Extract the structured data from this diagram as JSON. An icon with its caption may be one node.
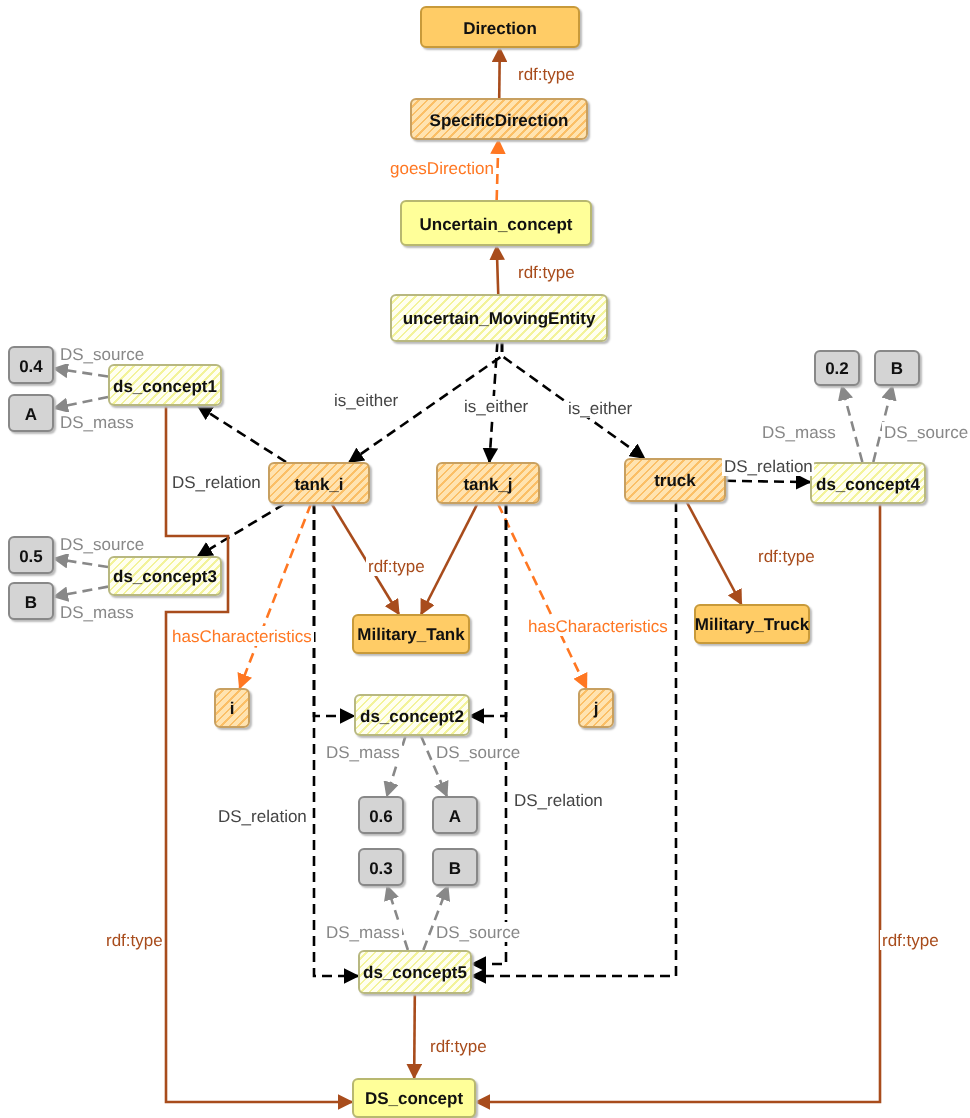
{
  "diagram": {
    "nodes": [
      {
        "text": [
          "Direction"
        ]
      },
      {
        "text": [
          "SpecificDirection"
        ]
      },
      {
        "text": [
          "Uncertain_concept"
        ]
      },
      {
        "text": [
          "uncertain_MovingEntity"
        ]
      },
      {
        "text": [
          "0.4"
        ]
      },
      {
        "text": [
          "ds_concept1"
        ]
      },
      {
        "text": [
          "A"
        ]
      },
      {
        "text": [
          "tank_i"
        ]
      },
      {
        "text": [
          "tank_j"
        ]
      },
      {
        "text": [
          "truck"
        ]
      },
      {
        "text": [
          "0.2"
        ]
      },
      {
        "text": [
          "B"
        ]
      },
      {
        "text": [
          "ds_concept4"
        ]
      },
      {
        "text": [
          "0.5"
        ]
      },
      {
        "text": [
          "ds_concept3"
        ]
      },
      {
        "text": [
          "B"
        ]
      },
      {
        "text": [
          "Military_Tank"
        ]
      },
      {
        "text": [
          "Military_Truck"
        ]
      },
      {
        "text": [
          "i"
        ]
      },
      {
        "text": [
          "ds_concept2"
        ]
      },
      {
        "text": [
          "j"
        ]
      },
      {
        "text": [
          "0.6"
        ]
      },
      {
        "text": [
          "A"
        ]
      },
      {
        "text": [
          "0.3"
        ]
      },
      {
        "text": [
          "B"
        ]
      },
      {
        "text": [
          "ds_concept5"
        ]
      },
      {
        "text": [
          "DS_concept"
        ]
      }
    ],
    "edges": [
      {
        "from": 1,
        "to": 0,
        "arrow": "to",
        "label": "rdf:type",
        "color": "#a84c1c"
      },
      {
        "from": 2,
        "to": 1,
        "arrow": "to",
        "label": "goesDirection",
        "style": "dashed",
        "color": "#ff7722"
      },
      {
        "from": 3,
        "to": 2,
        "arrow": "to",
        "label": "rdf:type",
        "color": "#a84c1c"
      },
      {
        "from": 3,
        "to": 7,
        "arrow": "to",
        "label": "is_either",
        "style": "dashed"
      },
      {
        "from": 3,
        "to": 8,
        "arrow": "to",
        "label": "is_either",
        "style": "dashed"
      },
      {
        "from": 3,
        "to": 9,
        "arrow": "to",
        "label": "is_either",
        "style": "dashed"
      },
      {
        "from": 5,
        "to": 4,
        "arrow": "to",
        "label": "DS_source",
        "style": "dashed",
        "color": "#888888"
      },
      {
        "from": 5,
        "to": 6,
        "arrow": "to",
        "label": "DS_mass",
        "style": "dashed",
        "color": "#888888"
      },
      {
        "from": 7,
        "to": 5,
        "arrow": "to",
        "label": "DS_relation",
        "style": "dashed"
      },
      {
        "from": 7,
        "to": 14,
        "arrow": "to",
        "style": "dashed"
      },
      {
        "from": 14,
        "to": 13,
        "arrow": "to",
        "label": "DS_source",
        "style": "dashed",
        "color": "#888888"
      },
      {
        "from": 14,
        "to": 15,
        "arrow": "to",
        "label": "DS_mass",
        "style": "dashed",
        "color": "#888888"
      },
      {
        "from": 7,
        "to": 16,
        "arrow": "to",
        "label": "rdf:type",
        "color": "#a84c1c"
      },
      {
        "from": 8,
        "to": 16,
        "arrow": "to",
        "color": "#a84c1c"
      },
      {
        "from": 9,
        "to": 12,
        "arrow": "to",
        "label": "DS_relation",
        "style": "dashed"
      },
      {
        "from": 12,
        "to": 10,
        "arrow": "to",
        "label": "DS_mass",
        "style": "dashed",
        "color": "#888888"
      },
      {
        "from": 12,
        "to": 11,
        "arrow": "to",
        "label": "DS_source",
        "style": "dashed",
        "color": "#888888"
      },
      {
        "from": 9,
        "to": 17,
        "arrow": "to",
        "label": "rdf:type",
        "color": "#a84c1c"
      },
      {
        "from": 7,
        "to": 18,
        "arrow": "to",
        "label": "hasCharacteristics",
        "style": "dashed",
        "color": "#ff7722"
      },
      {
        "from": 8,
        "to": 20,
        "arrow": "to",
        "label": "hasCharacteristics",
        "style": "dashed",
        "color": "#ff7722"
      },
      {
        "from": 7,
        "to": 19,
        "arrow": "to",
        "style": "dashed"
      },
      {
        "from": 7,
        "to": 25,
        "arrow": "to",
        "label": "DS_relation",
        "style": "dashed"
      },
      {
        "from": 8,
        "to": 19,
        "arrow": "to",
        "style": "dashed"
      },
      {
        "from": 8,
        "to": 25,
        "arrow": "to",
        "label": "DS_relation",
        "style": "dashed"
      },
      {
        "from": 9,
        "to": 25,
        "arrow": "to",
        "style": "dashed"
      },
      {
        "from": 19,
        "to": 21,
        "arrow": "to",
        "label": "DS_mass",
        "style": "dashed",
        "color": "#888888"
      },
      {
        "from": 19,
        "to": 22,
        "arrow": "to",
        "label": "DS_source",
        "style": "dashed",
        "color": "#888888"
      },
      {
        "from": 25,
        "to": 23,
        "arrow": "to",
        "label": "DS_mass",
        "style": "dashed",
        "color": "#888888"
      },
      {
        "from": 25,
        "to": 24,
        "arrow": "to",
        "label": "DS_source",
        "style": "dashed",
        "color": "#888888"
      },
      {
        "from": 25,
        "to": 26,
        "arrow": "to",
        "label": "rdf:type",
        "color": "#a84c1c"
      },
      {
        "from": 5,
        "to": 26,
        "arrow": "to",
        "label": "rdf:type",
        "color": "#a84c1c"
      },
      {
        "from": 12,
        "to": 26,
        "arrow": "to",
        "label": "rdf:type",
        "color": "#a84c1c"
      }
    ]
  }
}
